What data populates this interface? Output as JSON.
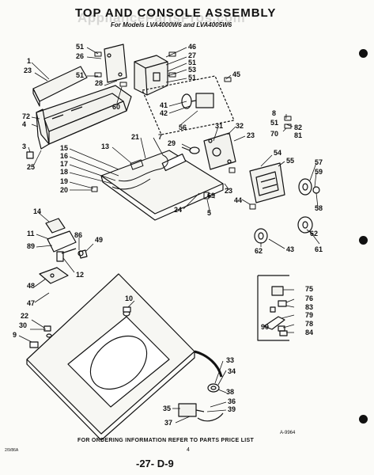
{
  "header": {
    "title": "TOP AND CONSOLE ASSEMBLY",
    "subtitle": "For Models LVA4000W6 and LVA4005W6",
    "watermark": "AppliancePartsPros.com"
  },
  "callouts": {
    "n1": "1",
    "n3": "3",
    "n4": "4",
    "n5": "5",
    "n7": "7",
    "n8": "8",
    "n9": "9",
    "n10": "10",
    "n11": "11",
    "n12": "12",
    "n13": "13",
    "n14": "14",
    "n15": "15",
    "n16": "16",
    "n17": "17",
    "n18": "18",
    "n19": "19",
    "n20": "20",
    "n21": "21",
    "n22": "22",
    "n23a": "23",
    "n23b": "23",
    "n23c": "23",
    "n24": "24",
    "n25": "25",
    "n26": "26",
    "n27": "27",
    "n28": "28",
    "n29": "29",
    "n30": "30",
    "n31": "31",
    "n32": "32",
    "n33": "33",
    "n34": "34",
    "n35": "35",
    "n36": "36",
    "n37": "37",
    "n38": "38",
    "n39": "39",
    "n41": "41",
    "n42": "42",
    "n43": "43",
    "n44": "44",
    "n45": "45",
    "n46": "46",
    "n47": "47",
    "n48": "48",
    "n49": "49",
    "n51a": "51",
    "n51b": "51",
    "n51c": "51",
    "n51d": "51",
    "n53": "53",
    "n54": "54",
    "n55": "55",
    "n56": "56",
    "n57": "57",
    "n58": "58",
    "n59": "59",
    "n60": "60",
    "n61": "61",
    "n62a": "62",
    "n62b": "62",
    "n69": "69",
    "n70": "70",
    "n72": "72",
    "n75": "75",
    "n76": "76",
    "n78": "78",
    "n79": "79",
    "n81": "81",
    "n82": "82",
    "n83": "83",
    "n84": "84",
    "n86": "86",
    "n89": "89",
    "n90": "90"
  },
  "footer": {
    "ordering_note": "FOR ORDERING INFORMATION REFER TO PARTS PRICE LIST",
    "page_number": "4",
    "sheet_label": "-27- D-9",
    "figure_ref": "A-9964",
    "code": "2/9/86A"
  }
}
